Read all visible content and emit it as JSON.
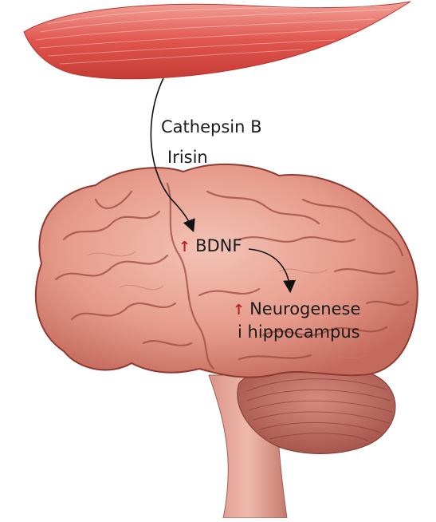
{
  "labels": {
    "cathepsin": "Cathepsin B",
    "irisin": "Irisin",
    "bdnf": "BDNF",
    "neuro_line1": "Neurogenese",
    "neuro_line2": "i hippocampus"
  },
  "icons": {
    "increase": "↑"
  },
  "colors": {
    "increase_arrow": "#b3262a",
    "muscle": "#e0574f",
    "brain": "#e69a8a",
    "brain_outline": "#8e3a32",
    "arrow": "#111111"
  }
}
